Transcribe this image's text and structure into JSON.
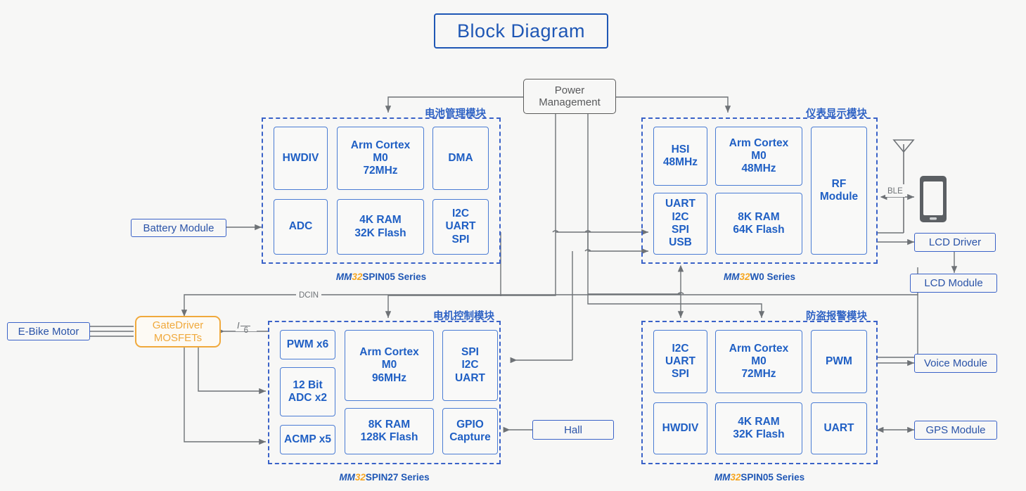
{
  "title": {
    "text": "Block Diagram"
  },
  "power": {
    "line1": "Power",
    "line2": "Management"
  },
  "labels": {
    "dcin": "DCIN",
    "ble": "BLE",
    "i6_num": "I",
    "i6_den": "6"
  },
  "modules": [
    {
      "id": "battery-management",
      "title": "电池管理模块",
      "series_mm": "MM",
      "series_32": "32",
      "series_rest": "SPIN05 Series",
      "cells": [
        {
          "name": "hwdiv",
          "lines": [
            "HWDIV"
          ]
        },
        {
          "name": "arm-cortex-m0-72mhz",
          "lines": [
            "Arm Cortex",
            "M0",
            "72MHz"
          ]
        },
        {
          "name": "dma",
          "lines": [
            "DMA"
          ]
        },
        {
          "name": "adc",
          "lines": [
            "ADC"
          ]
        },
        {
          "name": "ram-flash",
          "lines": [
            "4K RAM",
            "32K Flash"
          ]
        },
        {
          "name": "i2c-uart-spi",
          "lines": [
            "I2C",
            "UART",
            "SPI"
          ]
        }
      ]
    },
    {
      "id": "instrument-display",
      "title": "仪表显示模块",
      "series_mm": "MM",
      "series_32": "32",
      "series_rest": "W0 Series",
      "cells": [
        {
          "name": "hsi-48mhz",
          "lines": [
            "HSI",
            "48MHz"
          ]
        },
        {
          "name": "arm-cortex-m0-48mhz",
          "lines": [
            "Arm Cortex",
            "M0",
            "48MHz"
          ]
        },
        {
          "name": "rf-module",
          "lines": [
            "RF",
            "Module"
          ]
        },
        {
          "name": "uart-i2c-spi-usb",
          "lines": [
            "UART",
            "I2C",
            "SPI",
            "USB"
          ]
        },
        {
          "name": "ram-flash",
          "lines": [
            "8K RAM",
            "64K Flash"
          ]
        }
      ]
    },
    {
      "id": "motor-control",
      "title": "电机控制模块",
      "series_mm": "MM",
      "series_32": "32",
      "series_rest": "SPIN27 Series",
      "cells": [
        {
          "name": "pwm-x6",
          "lines": [
            "PWM x6"
          ]
        },
        {
          "name": "adc-12bit-x2",
          "lines": [
            "12 Bit",
            "ADC x2"
          ]
        },
        {
          "name": "acmp-x5",
          "lines": [
            "ACMP x5"
          ]
        },
        {
          "name": "arm-cortex-m0-96mhz",
          "lines": [
            "Arm Cortex",
            "M0",
            "96MHz"
          ]
        },
        {
          "name": "ram-flash",
          "lines": [
            "8K RAM",
            "128K Flash"
          ]
        },
        {
          "name": "spi-i2c-uart",
          "lines": [
            "SPI",
            "I2C",
            "UART"
          ]
        },
        {
          "name": "gpio-capture",
          "lines": [
            "GPIO",
            "Capture"
          ]
        }
      ]
    },
    {
      "id": "anti-theft-alarm",
      "title": "防盗报警模块",
      "series_mm": "MM",
      "series_32": "32",
      "series_rest": "SPIN05 Series",
      "cells": [
        {
          "name": "i2c-uart-spi",
          "lines": [
            "I2C",
            "UART",
            "SPI"
          ]
        },
        {
          "name": "arm-cortex-m0-72mhz",
          "lines": [
            "Arm Cortex",
            "M0",
            "72MHz"
          ]
        },
        {
          "name": "pwm",
          "lines": [
            "PWM"
          ]
        },
        {
          "name": "hwdiv",
          "lines": [
            "HWDIV"
          ]
        },
        {
          "name": "ram-flash",
          "lines": [
            "4K RAM",
            "32K Flash"
          ]
        },
        {
          "name": "uart",
          "lines": [
            "UART"
          ]
        }
      ]
    }
  ],
  "peripherals": {
    "battery_module": "Battery Module",
    "ebike_motor": "E-Bike Motor",
    "gate_driver_l1": "GateDriver",
    "gate_driver_l2": "MOSFETs",
    "hall": "Hall",
    "lcd_driver": "LCD Driver",
    "lcd_module": "LCD Module",
    "voice_module": "Voice Module",
    "gps_module": "GPS Module"
  },
  "colors": {
    "background": "#f7f7f6",
    "blue_primary": "#1f57b5",
    "blue_cell": "#1f5fc4",
    "blue_dashed": "#3a62c8",
    "orange": "#f0a93c",
    "orange_text": "#f5a623",
    "line_gray": "#6e7276",
    "power_gray": "#58595b"
  }
}
